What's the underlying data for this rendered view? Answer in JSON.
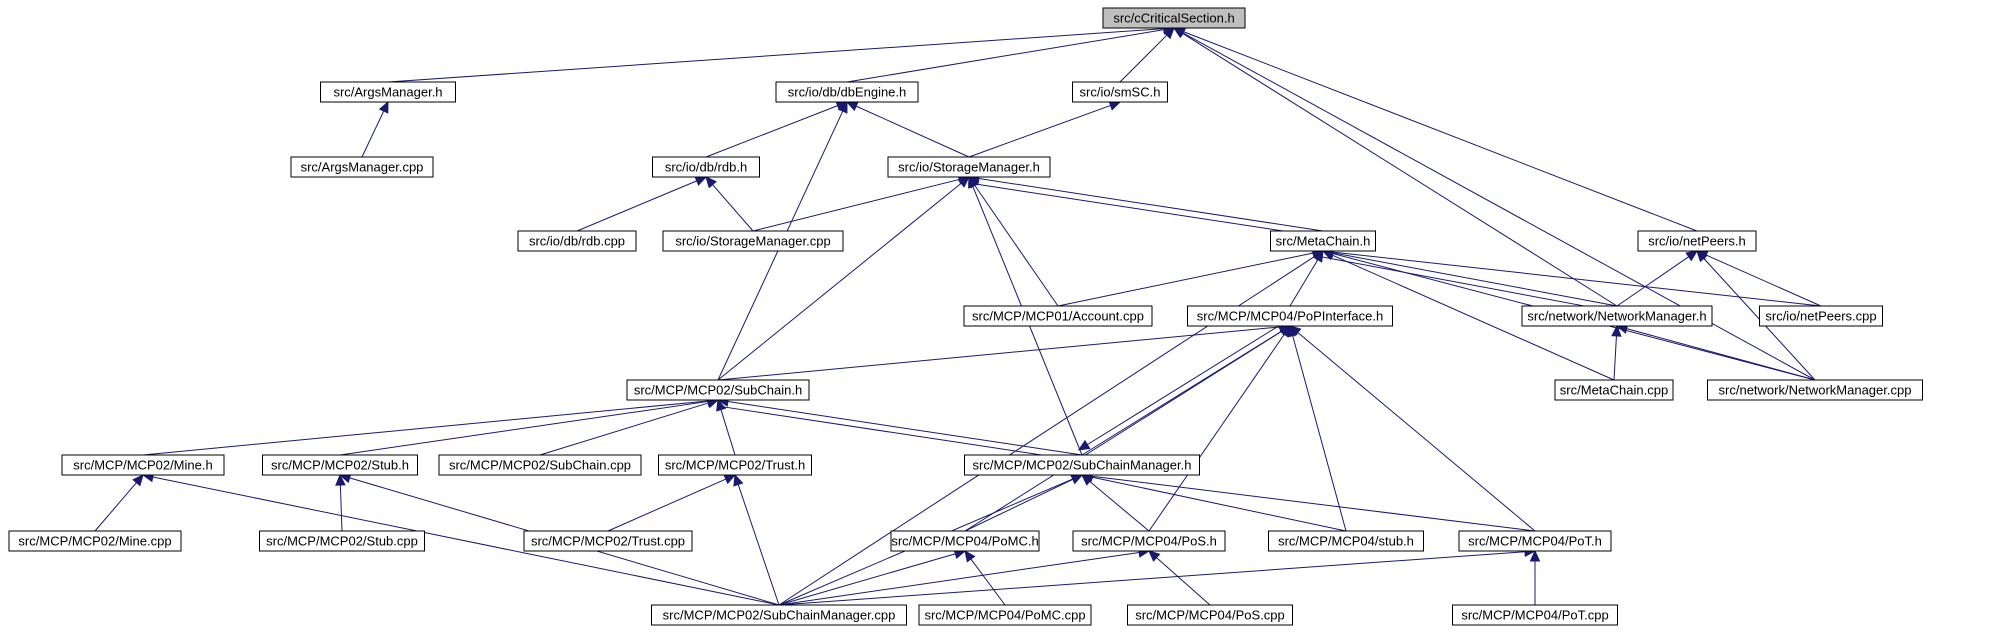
{
  "graph": {
    "nodes": [
      {
        "id": "cCriticalSection_h",
        "label": "src/cCriticalSection.h",
        "highlighted": true
      },
      {
        "id": "ArgsManager_h",
        "label": "src/ArgsManager.h"
      },
      {
        "id": "dbEngine_h",
        "label": "src/io/db/dbEngine.h"
      },
      {
        "id": "smSC_h",
        "label": "src/io/smSC.h"
      },
      {
        "id": "ArgsManager_cpp",
        "label": "src/ArgsManager.cpp"
      },
      {
        "id": "rdb_h",
        "label": "src/io/db/rdb.h"
      },
      {
        "id": "StorageManager_h",
        "label": "src/io/StorageManager.h"
      },
      {
        "id": "rdb_cpp",
        "label": "src/io/db/rdb.cpp"
      },
      {
        "id": "StorageManager_cpp",
        "label": "src/io/StorageManager.cpp"
      },
      {
        "id": "MetaChain_h",
        "label": "src/MetaChain.h"
      },
      {
        "id": "netPeers_h",
        "label": "src/io/netPeers.h"
      },
      {
        "id": "Account_cpp",
        "label": "src/MCP/MCP01/Account.cpp"
      },
      {
        "id": "PoPInterface_h",
        "label": "src/MCP/MCP04/PoPInterface.h"
      },
      {
        "id": "NetworkManager_h",
        "label": "src/network/NetworkManager.h"
      },
      {
        "id": "netPeers_cpp",
        "label": "src/io/netPeers.cpp"
      },
      {
        "id": "SubChain_h",
        "label": "src/MCP/MCP02/SubChain.h"
      },
      {
        "id": "MetaChain_cpp",
        "label": "src/MetaChain.cpp"
      },
      {
        "id": "NetworkManager_cpp",
        "label": "src/network/NetworkManager.cpp"
      },
      {
        "id": "Mine_h",
        "label": "src/MCP/MCP02/Mine.h"
      },
      {
        "id": "Stub_h",
        "label": "src/MCP/MCP02/Stub.h"
      },
      {
        "id": "SubChain_cpp",
        "label": "src/MCP/MCP02/SubChain.cpp"
      },
      {
        "id": "Trust_h",
        "label": "src/MCP/MCP02/Trust.h"
      },
      {
        "id": "SubChainManager_h",
        "label": "src/MCP/MCP02/SubChainManager.h"
      },
      {
        "id": "Mine_cpp",
        "label": "src/MCP/MCP02/Mine.cpp"
      },
      {
        "id": "Stub_cpp",
        "label": "src/MCP/MCP02/Stub.cpp"
      },
      {
        "id": "Trust_cpp",
        "label": "src/MCP/MCP02/Trust.cpp"
      },
      {
        "id": "PoMC_h",
        "label": "src/MCP/MCP04/PoMC.h"
      },
      {
        "id": "PoS_h",
        "label": "src/MCP/MCP04/PoS.h"
      },
      {
        "id": "stub_h",
        "label": "src/MCP/MCP04/stub.h"
      },
      {
        "id": "PoT_h",
        "label": "src/MCP/MCP04/PoT.h"
      },
      {
        "id": "SubChainManager_cpp",
        "label": "src/MCP/MCP02/SubChainManager.cpp"
      },
      {
        "id": "PoMC_cpp",
        "label": "src/MCP/MCP04/PoMC.cpp"
      },
      {
        "id": "PoS_cpp",
        "label": "src/MCP/MCP04/PoS.cpp"
      },
      {
        "id": "PoT_cpp",
        "label": "src/MCP/MCP04/PoT.cpp"
      }
    ],
    "edges": [
      [
        "ArgsManager_h",
        "cCriticalSection_h"
      ],
      [
        "dbEngine_h",
        "cCriticalSection_h"
      ],
      [
        "smSC_h",
        "cCriticalSection_h"
      ],
      [
        "NetworkManager_h",
        "cCriticalSection_h"
      ],
      [
        "netPeers_h",
        "cCriticalSection_h"
      ],
      [
        "NetworkManager_cpp",
        "cCriticalSection_h"
      ],
      [
        "ArgsManager_cpp",
        "ArgsManager_h"
      ],
      [
        "rdb_h",
        "dbEngine_h"
      ],
      [
        "StorageManager_h",
        "dbEngine_h"
      ],
      [
        "SubChain_h",
        "dbEngine_h"
      ],
      [
        "StorageManager_h",
        "smSC_h"
      ],
      [
        "rdb_cpp",
        "rdb_h"
      ],
      [
        "StorageManager_cpp",
        "rdb_h"
      ],
      [
        "StorageManager_cpp",
        "StorageManager_h"
      ],
      [
        "MetaChain_h",
        "StorageManager_h"
      ],
      [
        "Account_cpp",
        "StorageManager_h"
      ],
      [
        "SubChain_h",
        "StorageManager_h"
      ],
      [
        "SubChainManager_h",
        "StorageManager_h"
      ],
      [
        "StorageManager_h",
        "MetaChain_h"
      ],
      [
        "Account_cpp",
        "MetaChain_h"
      ],
      [
        "PoPInterface_h",
        "MetaChain_h"
      ],
      [
        "NetworkManager_h",
        "MetaChain_h"
      ],
      [
        "netPeers_cpp",
        "MetaChain_h"
      ],
      [
        "MetaChain_cpp",
        "MetaChain_h"
      ],
      [
        "NetworkManager_cpp",
        "MetaChain_h"
      ],
      [
        "SubChainManager_cpp",
        "MetaChain_h"
      ],
      [
        "MetaChain_h",
        "NetworkManager_h"
      ],
      [
        "NetworkManager_h",
        "netPeers_h"
      ],
      [
        "netPeers_cpp",
        "netPeers_h"
      ],
      [
        "NetworkManager_cpp",
        "netPeers_h"
      ],
      [
        "MetaChain_cpp",
        "NetworkManager_h"
      ],
      [
        "NetworkManager_cpp",
        "NetworkManager_h"
      ],
      [
        "SubChain_h",
        "PoPInterface_h"
      ],
      [
        "SubChainManager_h",
        "PoPInterface_h"
      ],
      [
        "PoMC_h",
        "PoPInterface_h"
      ],
      [
        "PoS_h",
        "PoPInterface_h"
      ],
      [
        "stub_h",
        "PoPInterface_h"
      ],
      [
        "PoT_h",
        "PoPInterface_h"
      ],
      [
        "Mine_h",
        "SubChain_h"
      ],
      [
        "Stub_h",
        "SubChain_h"
      ],
      [
        "SubChain_cpp",
        "SubChain_h"
      ],
      [
        "Trust_h",
        "SubChain_h"
      ],
      [
        "SubChainManager_h",
        "SubChain_h"
      ],
      [
        "Mine_cpp",
        "Mine_h"
      ],
      [
        "SubChainManager_cpp",
        "Mine_h"
      ],
      [
        "Stub_cpp",
        "Stub_h"
      ],
      [
        "SubChainManager_cpp",
        "Stub_h"
      ],
      [
        "Trust_cpp",
        "Trust_h"
      ],
      [
        "SubChainManager_cpp",
        "Trust_h"
      ],
      [
        "SubChain_h",
        "SubChainManager_h"
      ],
      [
        "PoPInterface_h",
        "SubChainManager_h"
      ],
      [
        "SubChainManager_cpp",
        "SubChainManager_h"
      ],
      [
        "PoMC_h",
        "SubChainManager_h"
      ],
      [
        "PoS_h",
        "SubChainManager_h"
      ],
      [
        "stub_h",
        "SubChainManager_h"
      ],
      [
        "PoT_h",
        "SubChainManager_h"
      ],
      [
        "SubChainManager_cpp",
        "PoMC_h"
      ],
      [
        "PoMC_cpp",
        "PoMC_h"
      ],
      [
        "SubChainManager_cpp",
        "PoS_h"
      ],
      [
        "PoS_cpp",
        "PoS_h"
      ],
      [
        "SubChainManager_cpp",
        "PoT_h"
      ],
      [
        "PoT_cpp",
        "PoT_h"
      ]
    ]
  },
  "colors": {
    "edge": "#191970",
    "node_fill": "#ffffff",
    "node_highlight_fill": "#bfbfbf",
    "node_border": "#000000",
    "background": "#ffffff"
  }
}
